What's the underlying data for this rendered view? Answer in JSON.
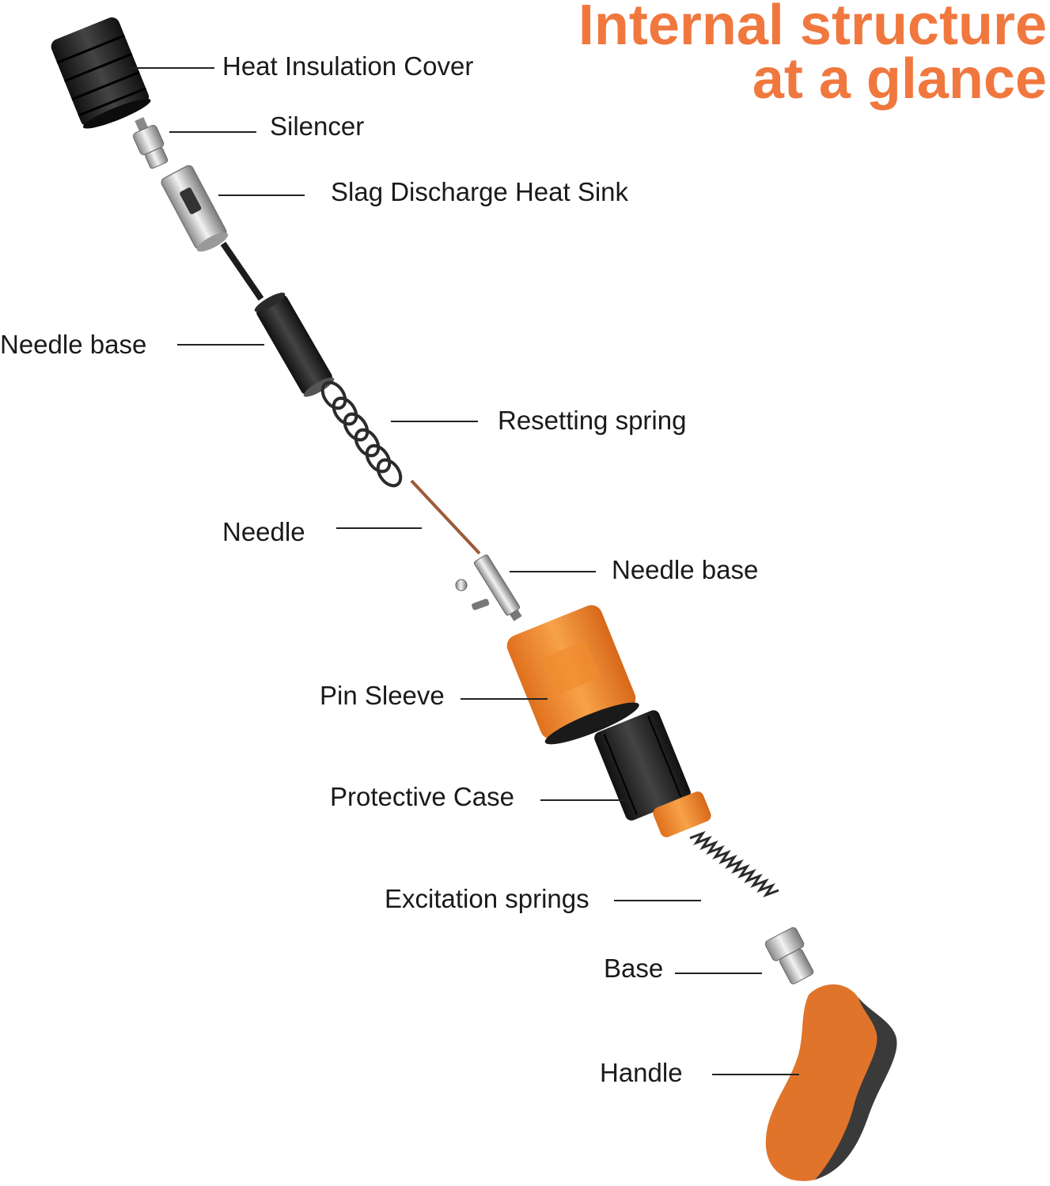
{
  "title": {
    "line1": "Internal structure",
    "line2": "at a glance",
    "color": "#f0783f"
  },
  "colors": {
    "accent_orange": "#f0783f",
    "rubber_black": "#1e1e1e",
    "metal": "#c9c9c9",
    "text": "#1a1a1a"
  },
  "labels": {
    "heat_insulation_cover": "Heat Insulation Cover",
    "silencer": "Silencer",
    "slag_discharge_heat_sink": "Slag Discharge Heat Sink",
    "needle_base_upper": "Needle base",
    "resetting_spring": "Resetting spring",
    "needle": "Needle",
    "needle_base_lower": "Needle base",
    "pin_sleeve": "Pin Sleeve",
    "protective_case": "Protective Case",
    "excitation_springs": "Excitation springs",
    "base": "Base",
    "handle": "Handle"
  }
}
